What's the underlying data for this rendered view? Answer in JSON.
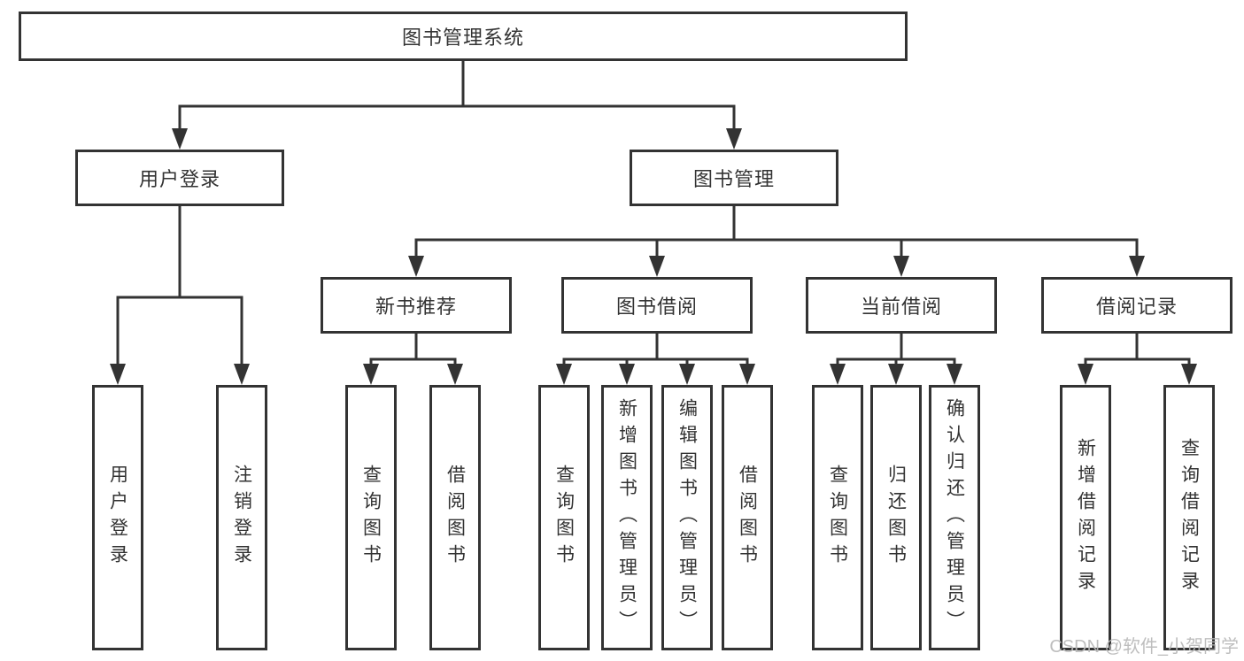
{
  "diagram": {
    "title": "图书管理系统",
    "root": {
      "label": "图书管理系统",
      "children": [
        {
          "label": "用户登录",
          "children": [
            {
              "label": "用户登录"
            },
            {
              "label": "注销登录"
            }
          ]
        },
        {
          "label": "图书管理",
          "children": [
            {
              "label": "新书推荐",
              "children": [
                {
                  "label": "查询图书"
                },
                {
                  "label": "借阅图书"
                }
              ]
            },
            {
              "label": "图书借阅",
              "children": [
                {
                  "label": "查询图书"
                },
                {
                  "label": "新增图书（管理员）"
                },
                {
                  "label": "编辑图书（管理员）"
                },
                {
                  "label": "借阅图书"
                }
              ]
            },
            {
              "label": "当前借阅",
              "children": [
                {
                  "label": "查询图书"
                },
                {
                  "label": "归还图书"
                },
                {
                  "label": "确认归还（管理员）"
                }
              ]
            },
            {
              "label": "借阅记录",
              "children": [
                {
                  "label": "新增借阅记录"
                },
                {
                  "label": "查询借阅记录"
                }
              ]
            }
          ]
        }
      ]
    }
  },
  "watermark": {
    "text": "CSDN @软件_小贺同学"
  },
  "colors": {
    "line": "#333333",
    "box_border": "#333333",
    "text": "#333333",
    "background": "#ffffff",
    "watermark": "#b9b9b9"
  }
}
